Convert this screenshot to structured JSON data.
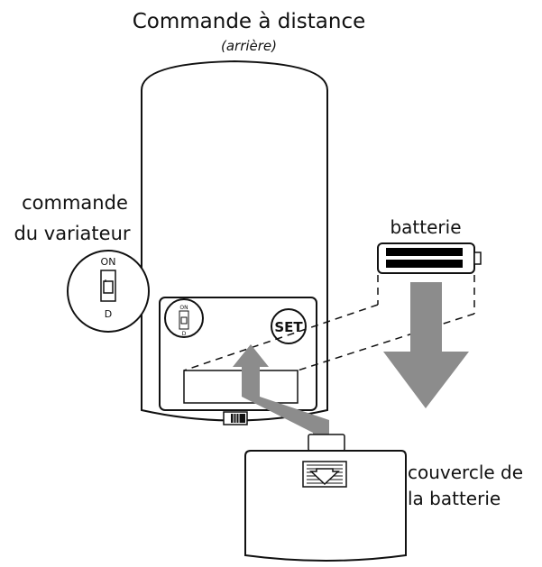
{
  "title": "Commande à distance",
  "subtitle": "(arrière)",
  "labels": {
    "dimmer_line1": "commande",
    "dimmer_line2": "du variateur",
    "battery": "batterie",
    "cover_line1": "couvercle de",
    "cover_line2": "la batterie"
  },
  "switch": {
    "on": "ON",
    "d": "D"
  },
  "set_button": "SET",
  "colors": {
    "outline": "#111111",
    "arrow": "#8c8c8c",
    "battery_band": "#000000",
    "background": "#ffffff"
  }
}
